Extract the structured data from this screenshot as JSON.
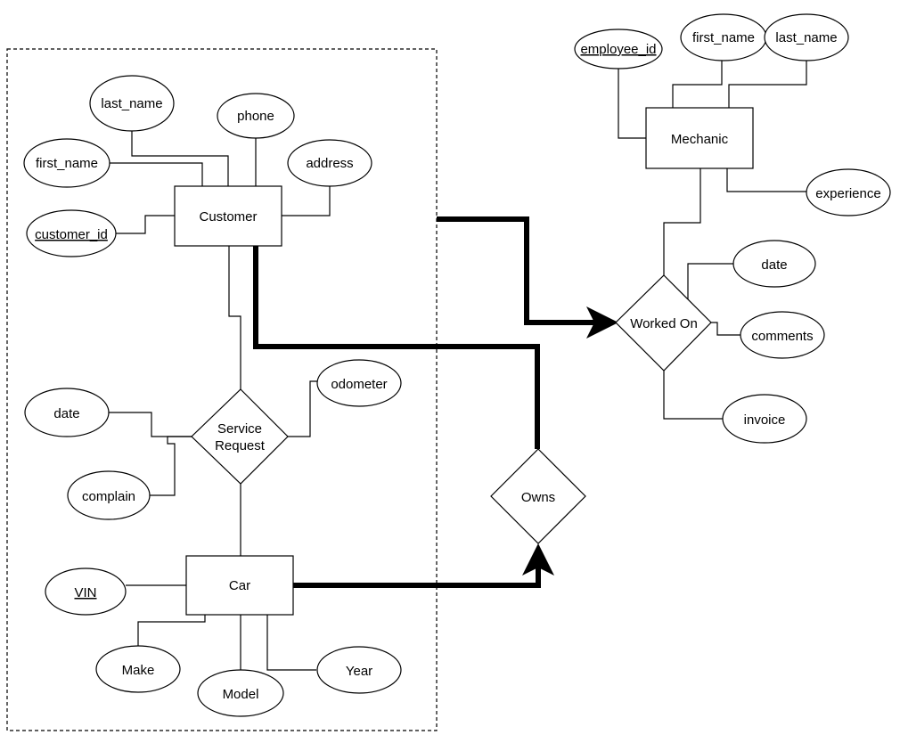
{
  "entities": {
    "customer": "Customer",
    "car": "Car",
    "mechanic": "Mechanic"
  },
  "relationships": {
    "service_request_line1": "Service",
    "service_request_line2": "Request",
    "owns": "Owns",
    "worked_on": "Worked On"
  },
  "customer_attributes": {
    "last_name": "last_name",
    "phone": "phone",
    "first_name": "first_name",
    "address": "address",
    "customer_id": "customer_id"
  },
  "service_request_attributes": {
    "date": "date",
    "odometer": "odometer",
    "complain": "complain"
  },
  "car_attributes": {
    "vin": "VIN",
    "make": "Make",
    "model": "Model",
    "year": "Year"
  },
  "mechanic_attributes": {
    "employee_id": "employee_id",
    "first_name": "first_name",
    "last_name": "last_name",
    "experience": "experience"
  },
  "worked_on_attributes": {
    "date": "date",
    "comments": "comments",
    "invoice": "invoice"
  }
}
